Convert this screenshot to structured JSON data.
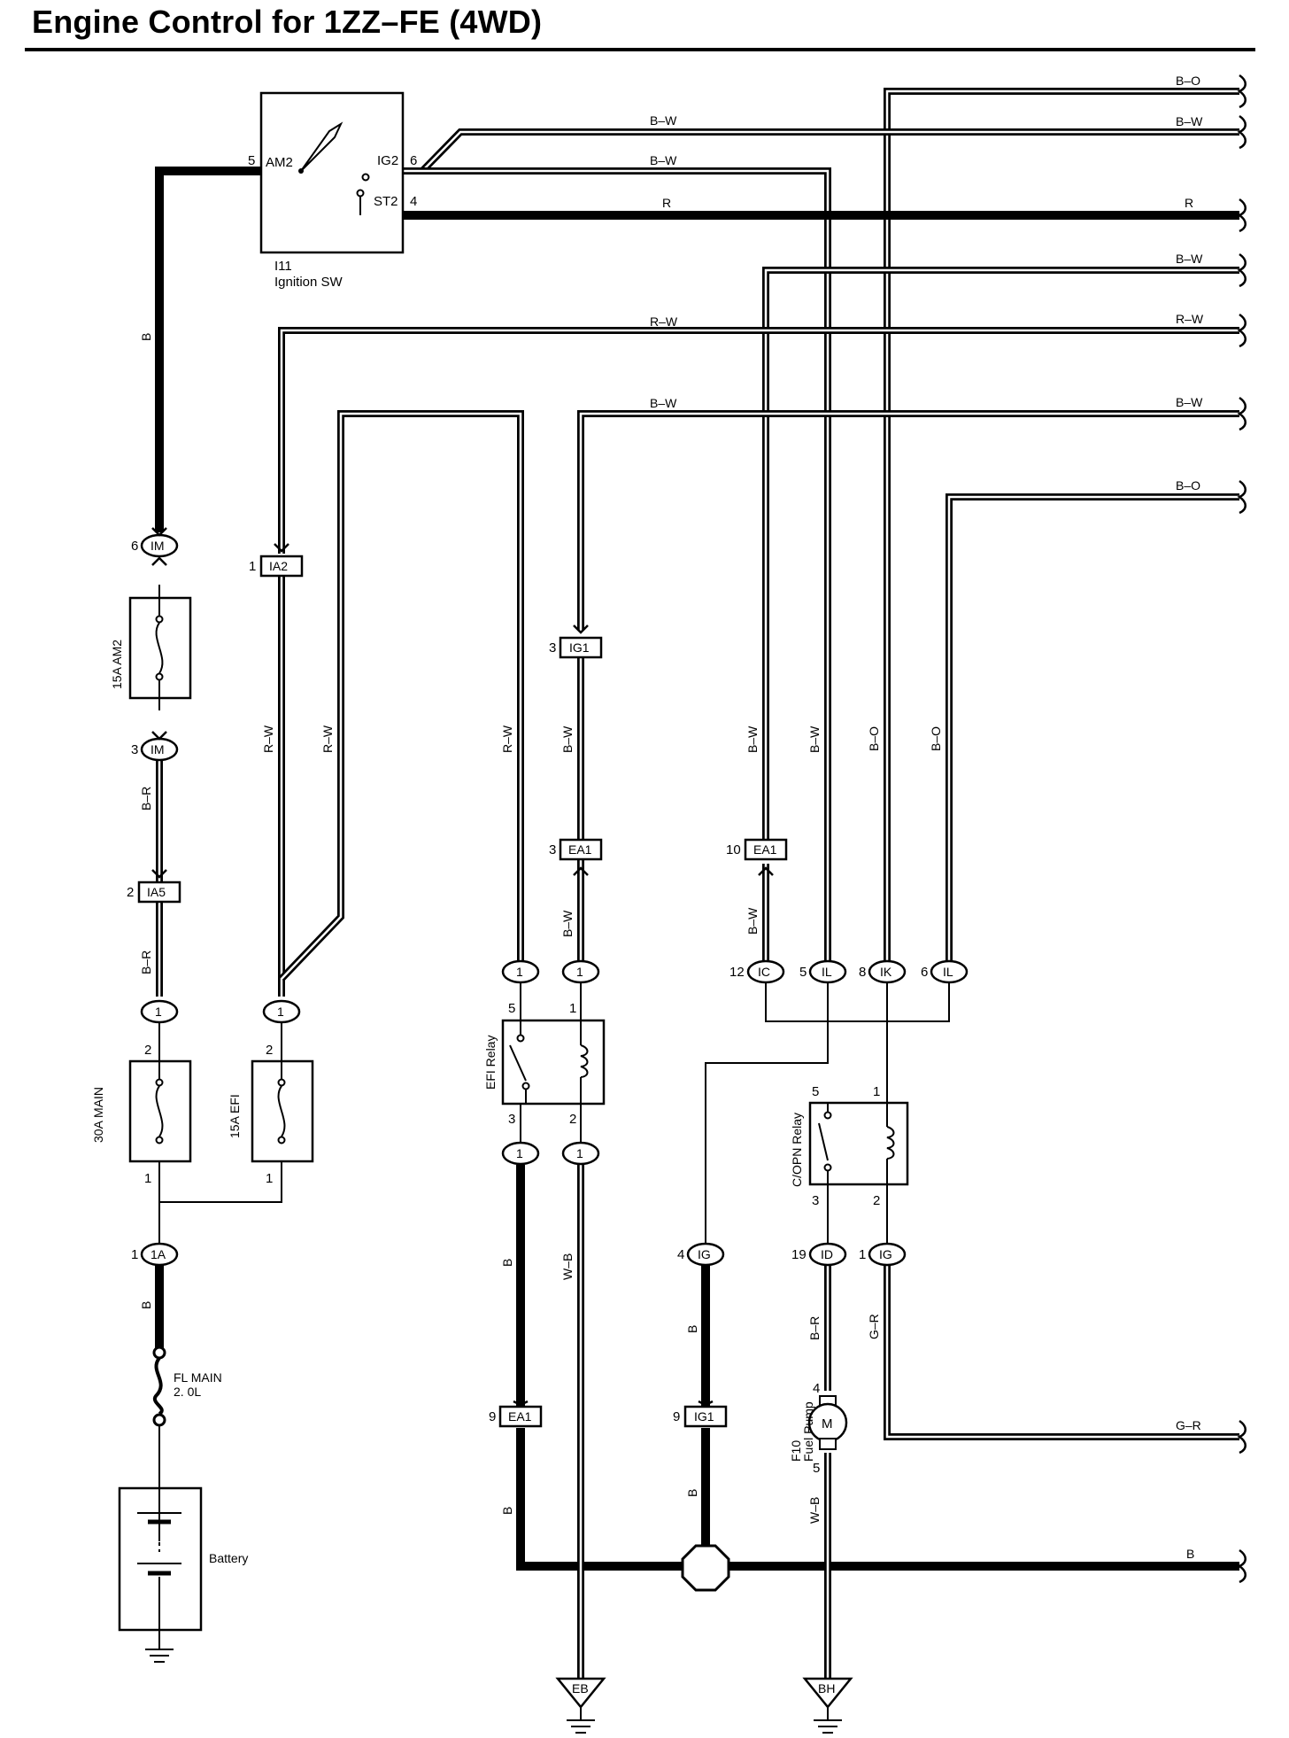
{
  "title": "Engine Control for 1ZZ–FE (4WD)",
  "ignition_switch": {
    "code": "I11",
    "name": "Ignition SW",
    "terminal_am2": "AM2",
    "terminal_ig2": "IG2",
    "terminal_st2": "ST2",
    "pin_am2": "5",
    "pin_ig2": "6",
    "pin_st2": "4"
  },
  "wires": {
    "right_1": "B–O",
    "right_2": "B–W",
    "right_3": "R",
    "right_4": "B–W",
    "right_5": "R–W",
    "right_6": "B–W",
    "right_7": "B–O",
    "top_bw_1": "B–W",
    "top_bw_2": "B–W",
    "top_r": "R",
    "rw_horizontal": "R–W",
    "bw_horizontal": "B–W",
    "left_b": "B",
    "b_r_1": "B–R",
    "b_r_2": "B–R",
    "r_w_1": "R–W",
    "r_w_2": "R–W",
    "r_w_3": "R–W",
    "b_w_1": "B–W",
    "b_w_2": "B–W",
    "b_w_3": "B–W",
    "b_w_4": "B–W",
    "b_w_5": "B–W",
    "b_o_1": "B–O",
    "b_o_2": "B–O",
    "left_b_low": "B",
    "efi_b_1": "B",
    "efi_b_2": "B",
    "w_b_1": "W–B",
    "ig_b_1": "B",
    "ig_b_2": "B",
    "pump_b_r": "B–R",
    "pump_w_b": "W–B",
    "g_r_vert": "G–R",
    "g_r_right": "G–R",
    "ground_b": "B"
  },
  "connectors": {
    "im_top": "IM",
    "im_top_pin": "6",
    "im_mid": "IM",
    "im_mid_pin": "3",
    "ia2": "IA2",
    "ia2_pin": "1",
    "ia5": "IA5",
    "ia5_pin": "2",
    "ig1_top": "IG1",
    "ig1_top_pin": "3",
    "ea1_a": "EA1",
    "ea1_a_pin": "3",
    "ea1_b": "EA1",
    "ea1_b_pin": "10",
    "j1_a": "1",
    "j1_b": "1",
    "j1_c": "1",
    "j1_d": "1",
    "j1_e": "1",
    "j1_f": "1",
    "ic": "IC",
    "ic_pin": "12",
    "il_a": "IL",
    "il_a_pin": "5",
    "ik": "IK",
    "ik_pin": "8",
    "il_b": "IL",
    "il_b_pin": "6",
    "onea": "1A",
    "onea_pin": "1",
    "ig_a": "IG",
    "ig_a_pin": "4",
    "id": "ID",
    "id_pin": "19",
    "ig_b": "IG",
    "ig_b_pin": "1",
    "ea1_c": "EA1",
    "ea1_c_pin": "9",
    "ig1_bot": "IG1",
    "ig1_bot_pin": "9"
  },
  "fuses": {
    "am2": "15A AM2",
    "main": "30A MAIN",
    "efi": "15A EFI",
    "main_pin_top": "2",
    "main_pin_bot": "1",
    "efi_pin_top": "2",
    "efi_pin_bot": "1",
    "fl_main_1": "FL MAIN",
    "fl_main_2": "2. 0L"
  },
  "relays": {
    "efi": "EFI Relay",
    "efi_p5": "5",
    "efi_p1": "1",
    "efi_p3": "3",
    "efi_p2": "2",
    "copn": "C/OPN Relay",
    "copn_p5": "5",
    "copn_p1": "1",
    "copn_p3": "3",
    "copn_p2": "2"
  },
  "battery": "Battery",
  "fuel_pump": {
    "code": "F10",
    "name": "Fuel Pump",
    "motor": "M",
    "pin_top": "4",
    "pin_bot": "5"
  },
  "grounds": {
    "eb": "EB",
    "bh": "BH"
  }
}
